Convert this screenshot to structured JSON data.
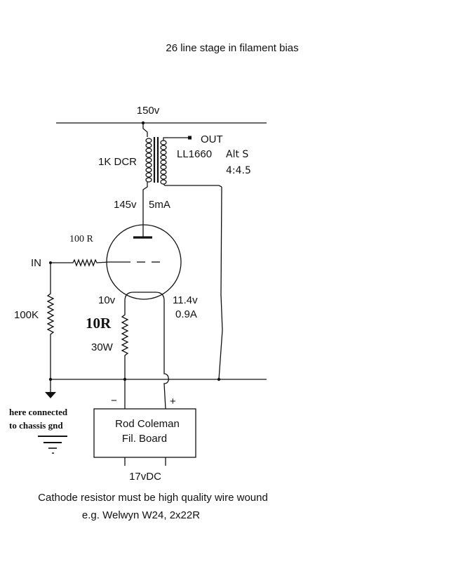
{
  "title": "26 line stage in filament bias",
  "labels": {
    "b_plus": "150v",
    "out": "OUT",
    "primary_dcr": "1K DCR",
    "transformer": "LL1660",
    "alt": "Alt S",
    "ratio": "4:4.5",
    "plate_v": "145v",
    "plate_i": "5mA",
    "grid_stopper": "100 R",
    "input": "IN",
    "grid_leak": "100K",
    "cathode_v": "10v",
    "cathode_res": "10R",
    "cathode_power": "30W",
    "filament_v": "11.4v",
    "filament_i": "0.9A",
    "minus": "−",
    "plus": "+",
    "ground_note_1": "here connected",
    "ground_note_2": "to chassis gnd",
    "board_line_1": "Rod Coleman",
    "board_line_2": "Fil. Board",
    "supply": "17vDC",
    "note_line_1": "Cathode resistor must be high quality wire wound",
    "note_line_2": "e.g. Welwyn W24, 2x22R"
  }
}
